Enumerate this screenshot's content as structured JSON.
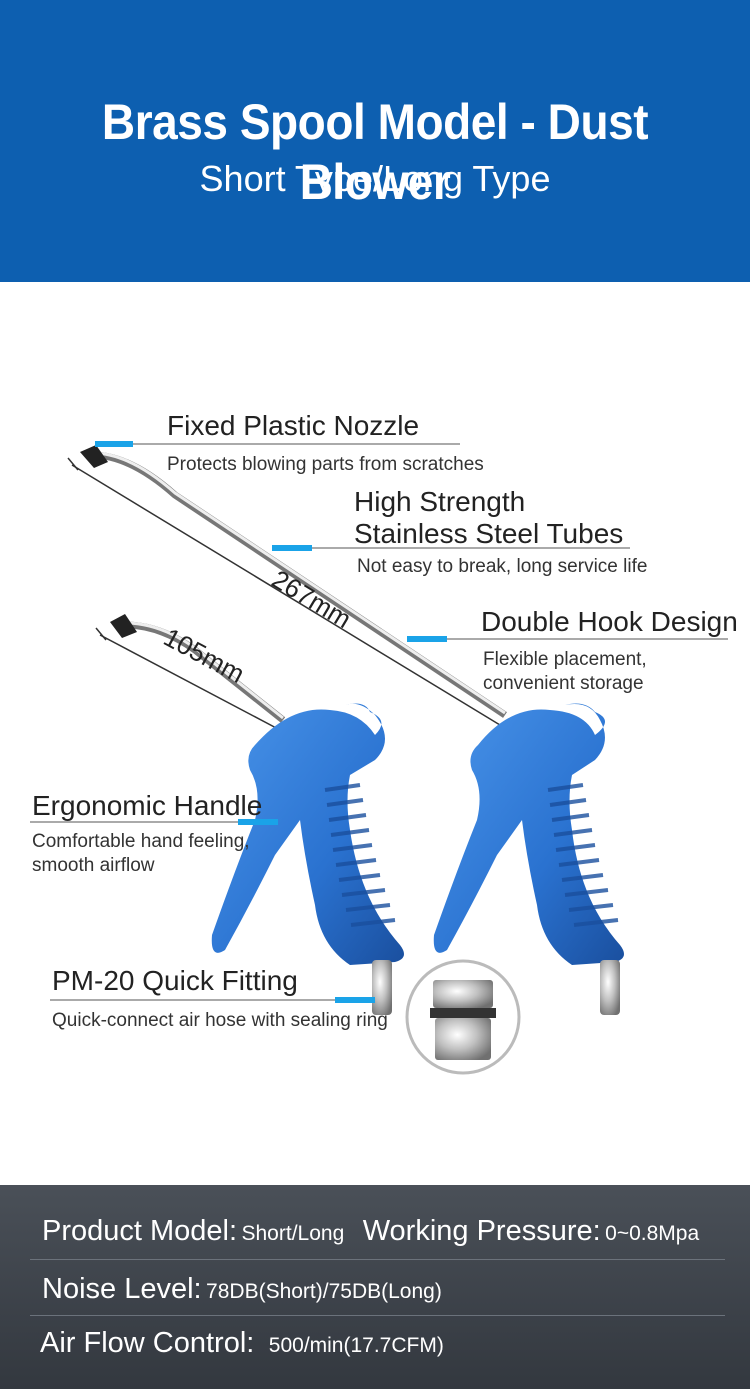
{
  "header": {
    "title": "Brass Spool Model - Dust Blower",
    "subtitle": "Short Type/Long Type"
  },
  "callouts": {
    "nozzle": {
      "title": "Fixed Plastic Nozzle",
      "desc": "Protects blowing parts from scratches"
    },
    "tubes": {
      "title_line1": "High Strength",
      "title_line2": "Stainless Steel Tubes",
      "desc": "Not easy to break, long service life"
    },
    "hook": {
      "title": "Double Hook Design",
      "desc_line1": "Flexible placement,",
      "desc_line2": "convenient storage"
    },
    "handle": {
      "title": "Ergonomic Handle",
      "desc_line1": "Comfortable hand feeling,",
      "desc_line2": "smooth airflow"
    },
    "fitting": {
      "title": "PM-20 Quick Fitting",
      "desc": "Quick-connect air hose with sealing ring"
    }
  },
  "dimensions": {
    "long": "267mm",
    "short": "105mm"
  },
  "specs": {
    "model_label": "Product Model:",
    "model_value": "Short/Long",
    "pressure_label": "Working Pressure:",
    "pressure_value": "0~0.8Mpa",
    "noise_label": "Noise Level:",
    "noise_value": "78DB(Short)/75DB(Long)",
    "airflow_label": "Air Flow Control:",
    "airflow_value": "500/min(17.7CFM)"
  },
  "colors": {
    "header_bg": "#0d5fb0",
    "accent": "#1aa3e8",
    "gun_blue": "#2b78d6",
    "spec_bg": "#3a4047"
  }
}
